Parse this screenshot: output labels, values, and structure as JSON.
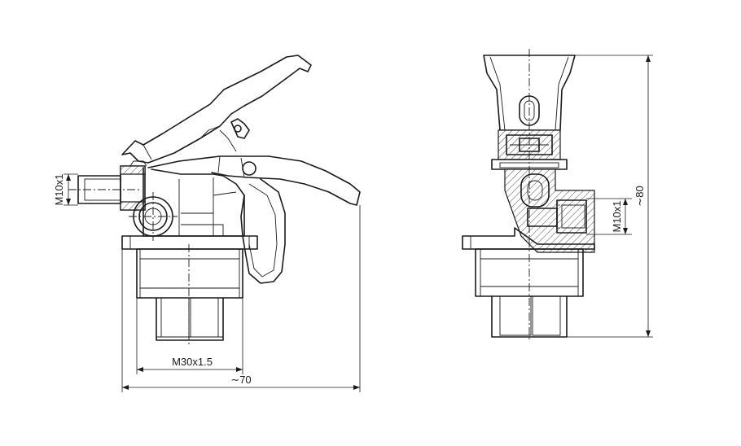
{
  "dimensions": {
    "left_side_thread": "M10x1",
    "body_thread": "M30x1.5",
    "overall_width": "∼70",
    "right_side_thread": "M10x1",
    "overall_height": "∼80"
  }
}
